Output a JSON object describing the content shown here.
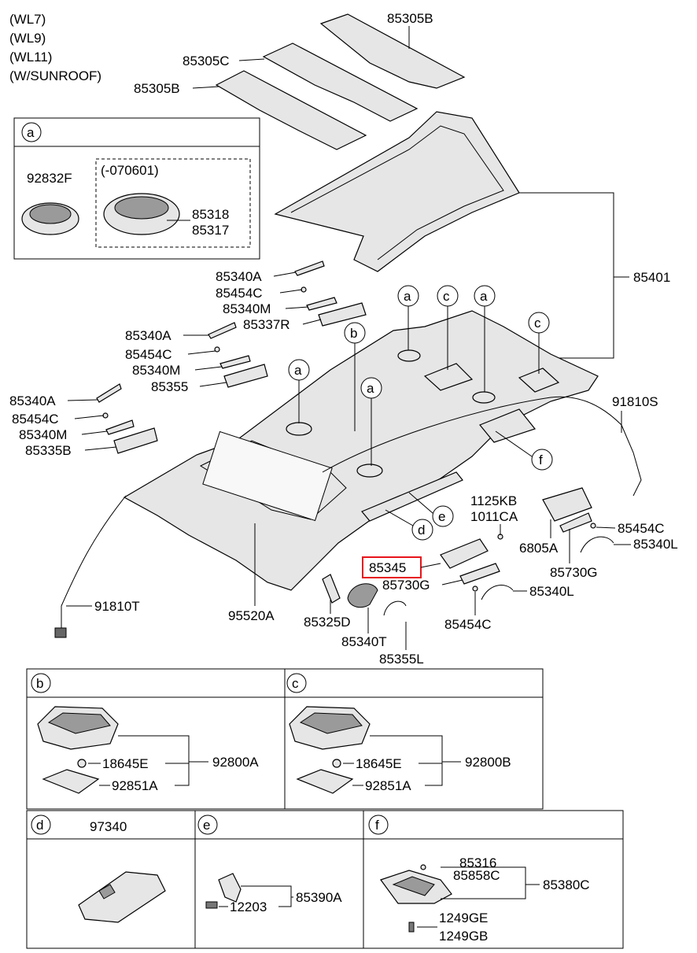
{
  "variants": [
    "(WL7)",
    "(WL9)",
    "(WL11)",
    "(W/SUNROOF)"
  ],
  "top_labels": {
    "sunroof_pad_b_top": "85305B",
    "sunroof_pad_c": "85305C",
    "sunroof_pad_b": "85305B"
  },
  "box_a": {
    "letter": "a",
    "part_left": "92832F",
    "date_note": "(-070601)",
    "part_right_1": "85318",
    "part_right_2": "85317"
  },
  "left_labels": [
    "85340A",
    "85454C",
    "85340M",
    "85337R",
    "85340A",
    "85454C",
    "85340M",
    "85355",
    "85340A",
    "85454C",
    "85340M",
    "85335B"
  ],
  "headliner_label": "85401",
  "callouts": [
    "a",
    "c",
    "a",
    "c",
    "b",
    "a",
    "a",
    "f",
    "e",
    "d"
  ],
  "right_labels": {
    "harness_right": "91810S",
    "bolt_1": "1125KB",
    "bolt_2": "1011CA",
    "clip_right": "85454C",
    "bracket": "6805A",
    "handle_right": "85340L",
    "cover_right": "85730G",
    "highlight": "85345",
    "cover_mid": "85730G",
    "handle_mid": "85340L",
    "clip_mid": "85454C"
  },
  "bottom_labels": {
    "harness_left": "91810T",
    "wiring": "95520A",
    "lamp_cover": "85325D",
    "handle_t": "85340T",
    "handle_l": "85355L"
  },
  "box_b": {
    "letter": "b",
    "bulb": "18645E",
    "lens": "92851A",
    "assy": "92800A"
  },
  "box_c": {
    "letter": "c",
    "bulb": "18645E",
    "lens": "92851A",
    "assy": "92800B"
  },
  "box_d": {
    "letter": "d",
    "part": "97340"
  },
  "box_e": {
    "letter": "e",
    "screw": "12203",
    "assy": "85390A"
  },
  "box_f": {
    "letter": "f",
    "part_1": "85316",
    "part_2": "85858C",
    "assy": "85380C",
    "screw_1": "1249GE",
    "screw_2": "1249GB"
  },
  "colors": {
    "highlight": "#e8141b",
    "line": "#000000",
    "part_fill": "#e6e6e6"
  }
}
